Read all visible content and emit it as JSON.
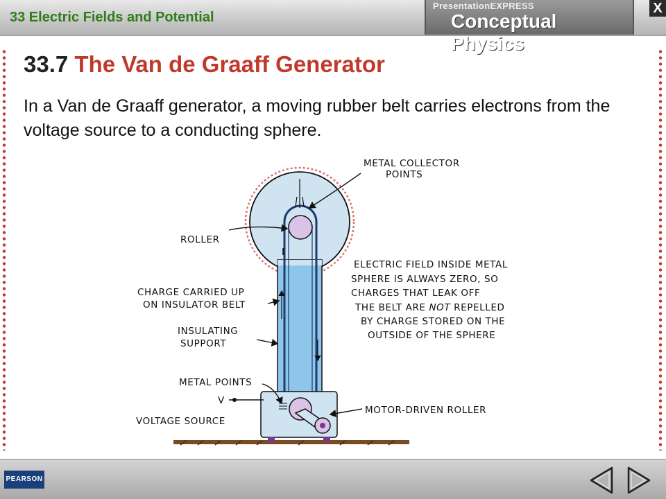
{
  "header": {
    "chapter": "33 Electric Fields and Potential",
    "brand_top": "PresentationEXPRESS",
    "brand_main": "Conceptual Physics",
    "close_label": "X"
  },
  "slide": {
    "section_number": "33.7",
    "section_title": "The Van de Graaff Generator",
    "body": "In a Van de Graaff generator, a moving rubber belt carries electrons from the voltage source to a conducting sphere."
  },
  "diagram_labels": {
    "collector_1": "METAL COLLECTOR",
    "collector_2": "POINTS",
    "roller": "ROLLER",
    "field_1": "ELECTRIC FIELD INSIDE METAL",
    "field_2": "SPHERE IS ALWAYS ZERO, SO",
    "field_3": "CHARGES THAT LEAK OFF",
    "field_4a": "THE BELT ARE ",
    "field_4b": "NOT",
    "field_4c": " REPELLED",
    "field_5": "BY CHARGE STORED ON THE",
    "field_6": "OUTSIDE OF THE SPHERE",
    "charge_1": "CHARGE CARRIED UP",
    "charge_2": "ON INSULATOR BELT",
    "support_1": "INSULATING",
    "support_2": "SUPPORT",
    "metal_points": "METAL POINTS",
    "v": "V",
    "voltage_source": "VOLTAGE SOURCE",
    "motor_roller": "MOTOR-DRIVEN ROLLER"
  },
  "footer": {
    "logo": "PEARSON"
  },
  "colors": {
    "chapter_green": "#2e7d1a",
    "title_red": "#c0392b",
    "sphere_fill": "#cfe3f1",
    "column_fill": "#8ec6ea",
    "belt_navy": "#1e3a6e",
    "roller_purple": "#d9c3e6"
  },
  "icons": {
    "prev": "triangle-left-icon",
    "next": "triangle-right-icon"
  }
}
